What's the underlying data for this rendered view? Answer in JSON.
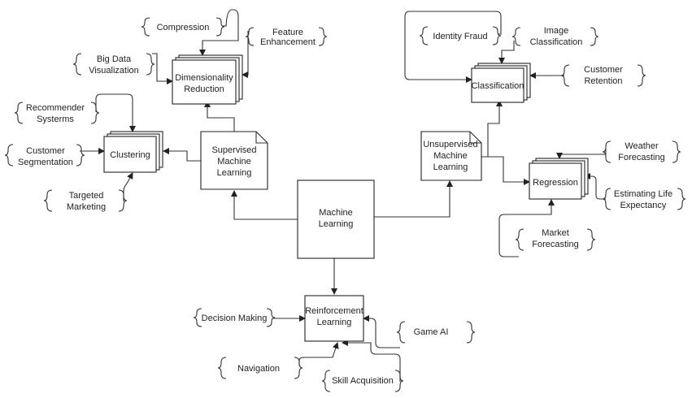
{
  "nodes": {
    "machine_learning": [
      "Machine",
      "Learning"
    ],
    "supervised": [
      "Supervised",
      "Machine",
      "Learning"
    ],
    "unsupervised": [
      "Unsupervised",
      "Machine",
      "Learning"
    ],
    "reinforcement": [
      "Reinforcement",
      "Learning"
    ],
    "dimensionality": [
      "Dimensionality",
      "Reduction"
    ],
    "clustering": [
      "Clustering"
    ],
    "classification": [
      "Classification"
    ],
    "regression": [
      "Regression"
    ]
  },
  "notes": {
    "compression": [
      "Compression"
    ],
    "feature_enhancement": [
      "Feature",
      "Enhancement"
    ],
    "big_data": [
      "Big Data",
      "Visualization"
    ],
    "recommender": [
      "Recommender",
      "Systerms"
    ],
    "customer_segmentation": [
      "Customer",
      "Segmentation"
    ],
    "targeted_marketing": [
      "Targeted",
      "Marketing"
    ],
    "identity_fraud": [
      "Identity Fraud"
    ],
    "image_classification": [
      "Image",
      "Classification"
    ],
    "customer_retention": [
      "Customer",
      "Retention"
    ],
    "weather_forecasting": [
      "Weather",
      "Forecasting"
    ],
    "life_expectancy": [
      "Estimating Life",
      "Expectancy"
    ],
    "market_forecasting": [
      "Market",
      "Forecasting"
    ],
    "decision_making": [
      "Decision Making"
    ],
    "game_ai": [
      "Game AI"
    ],
    "navigation": [
      "Navigation"
    ],
    "skill_acquisition": [
      "Skill Acquisition"
    ]
  }
}
